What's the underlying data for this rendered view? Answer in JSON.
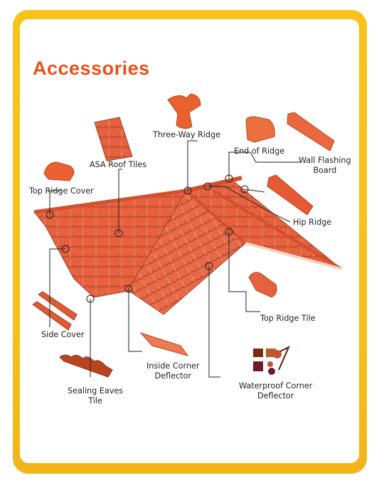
{
  "title": "Accessories",
  "labels": {
    "three_way_ridge": "Three-Way Ridge",
    "asa_roof_tiles": "ASA Roof Tiles",
    "end_of_ridge": "End of Ridge",
    "wall_flashing_board": "Wall Flashing\nBoard",
    "top_ridge_cover": "Top Ridge Cover",
    "hip_ridge": "Hip Ridge",
    "top_ridge_tile": "Top Ridge Tile",
    "side_cover": "Side Cover",
    "inside_corner_deflector": "Inside Corner\nDeflector",
    "waterproof_corner_deflector": "Waterproof Corner\nDeflector",
    "sealing_eaves_tile": "Sealing Eaves\nTile"
  },
  "colors": {
    "frame": "#f5c01a",
    "title": "#e8501c",
    "tile": "#e5613f",
    "tile_dark": "#c94a2a",
    "callout_line": "#222222"
  }
}
